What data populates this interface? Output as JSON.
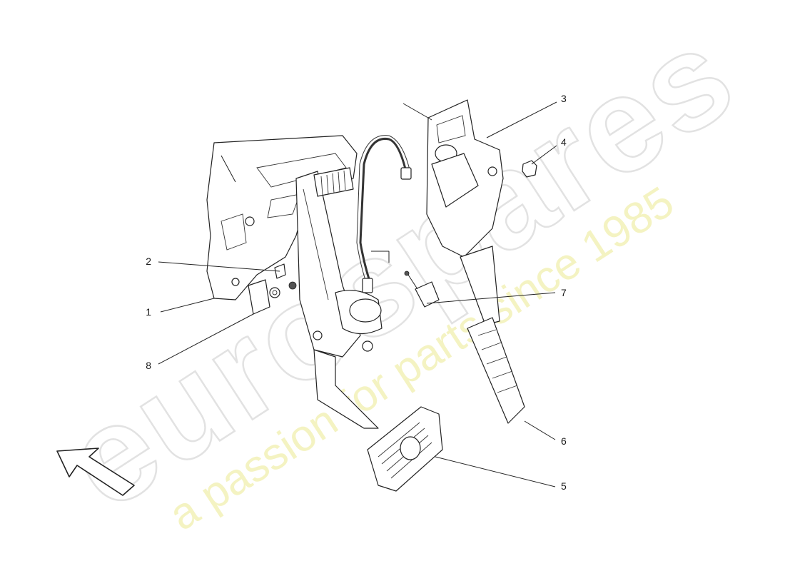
{
  "watermark": {
    "logo_text": "eurospares",
    "tagline": "a passion for parts since 1985"
  },
  "callouts": [
    {
      "id": "1",
      "label": "1"
    },
    {
      "id": "2",
      "label": "2"
    },
    {
      "id": "3",
      "label": "3"
    },
    {
      "id": "4",
      "label": "4"
    },
    {
      "id": "5",
      "label": "5"
    },
    {
      "id": "6",
      "label": "6"
    },
    {
      "id": "7",
      "label": "7"
    },
    {
      "id": "8",
      "label": "8"
    }
  ],
  "direction_arrow": {
    "icon": "direction-arrow-icon"
  }
}
